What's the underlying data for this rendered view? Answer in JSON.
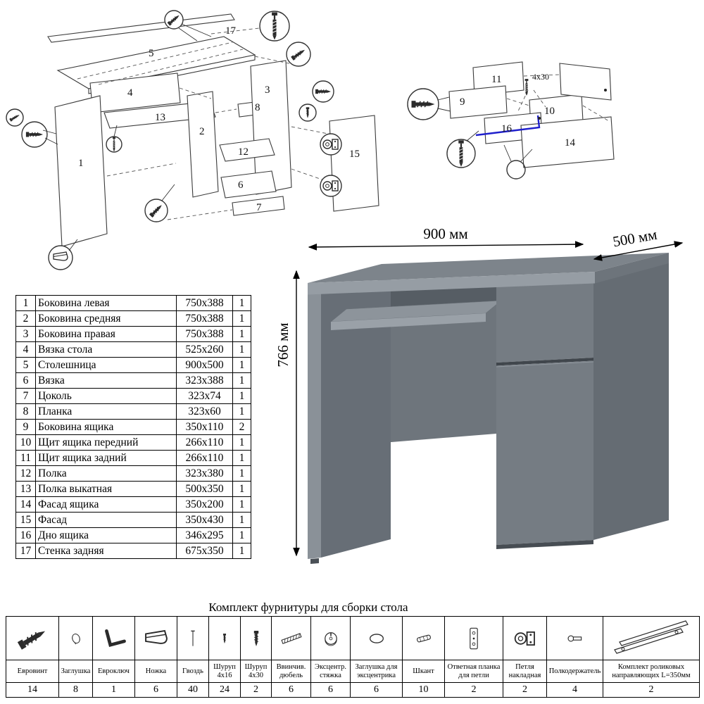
{
  "parts_table": {
    "rows": [
      {
        "num": "1",
        "name": "Боковина левая",
        "size": "750x388",
        "qty": "1"
      },
      {
        "num": "2",
        "name": "Боковина средняя",
        "size": "750x388",
        "qty": "1"
      },
      {
        "num": "3",
        "name": "Боковина правая",
        "size": "750x388",
        "qty": "1"
      },
      {
        "num": "4",
        "name": "Вязка стола",
        "size": "525x260",
        "qty": "1"
      },
      {
        "num": "5",
        "name": "Столешница",
        "size": "900x500",
        "qty": "1"
      },
      {
        "num": "6",
        "name": "Вязка",
        "size": "323x388",
        "qty": "1"
      },
      {
        "num": "7",
        "name": "Цоколь",
        "size": "323x74",
        "qty": "1"
      },
      {
        "num": "8",
        "name": "Планка",
        "size": "323x60",
        "qty": "1"
      },
      {
        "num": "9",
        "name": "Боковина ящика",
        "size": "350x110",
        "qty": "2"
      },
      {
        "num": "10",
        "name": "Щит ящика передний",
        "size": "266x110",
        "qty": "1"
      },
      {
        "num": "11",
        "name": "Щит ящика задний",
        "size": "266x110",
        "qty": "1"
      },
      {
        "num": "12",
        "name": "Полка",
        "size": "323x380",
        "qty": "1"
      },
      {
        "num": "13",
        "name": "Полка выкатная",
        "size": "500x350",
        "qty": "1"
      },
      {
        "num": "14",
        "name": "Фасад ящика",
        "size": "350x200",
        "qty": "1"
      },
      {
        "num": "15",
        "name": "Фасад",
        "size": "350x430",
        "qty": "1"
      },
      {
        "num": "16",
        "name": "Дно ящика",
        "size": "346x295",
        "qty": "1"
      },
      {
        "num": "17",
        "name": "Стенка задняя",
        "size": "675x350",
        "qty": "1"
      }
    ]
  },
  "desk": {
    "dim_width": "900 мм",
    "dim_depth": "500 мм",
    "dim_height": "766 мм"
  },
  "exploded_main": {
    "labels": {
      "l1": "1",
      "l2": "2",
      "l3": "3",
      "l4": "4",
      "l5": "5",
      "l6": "6",
      "l7": "7",
      "l8": "8",
      "l12": "12",
      "l13": "13",
      "l15": "15",
      "l17": "17"
    }
  },
  "exploded_drawer": {
    "labels": {
      "l9": "9",
      "l10": "10",
      "l11": "11",
      "l14": "14",
      "l16": "16"
    },
    "screw_note": "4x30"
  },
  "hardware": {
    "title": "Комплект фурнитуры для сборки стола",
    "items": [
      {
        "icon": "euroscrew-icon",
        "name": "Евровинт",
        "qty": "14"
      },
      {
        "icon": "cap-icon",
        "name": "Заглушка",
        "qty": "8"
      },
      {
        "icon": "hexkey-icon",
        "name": "Евроключ",
        "qty": "1"
      },
      {
        "icon": "leg-icon",
        "name": "Ножка",
        "qty": "6"
      },
      {
        "icon": "nail-icon",
        "name": "Гвоздь",
        "qty": "40"
      },
      {
        "icon": "screw-4x16-icon",
        "name": "Шуруп 4x16",
        "qty": "24"
      },
      {
        "icon": "screw-4x30-icon",
        "name": "Шуруп 4x30",
        "qty": "2"
      },
      {
        "icon": "dowel-screw-icon",
        "name": "Ввинчив. дюбель",
        "qty": "6"
      },
      {
        "icon": "cam-lock-icon",
        "name": "Эксцентр. стяжка",
        "qty": "6"
      },
      {
        "icon": "cam-cap-icon",
        "name": "Заглушка для эксцентрика",
        "qty": "6"
      },
      {
        "icon": "wood-dowel-icon",
        "name": "Шкант",
        "qty": "10"
      },
      {
        "icon": "hinge-plate-icon",
        "name": "Ответная планка для петли",
        "qty": "2"
      },
      {
        "icon": "hinge-icon",
        "name": "Петля накладная",
        "qty": "2"
      },
      {
        "icon": "shelf-support-icon",
        "name": "Полкодержатель",
        "qty": "4"
      },
      {
        "icon": "roller-rails-icon",
        "name": "Комплект роликовых направляющих L=350мм",
        "qty": "2"
      }
    ]
  }
}
